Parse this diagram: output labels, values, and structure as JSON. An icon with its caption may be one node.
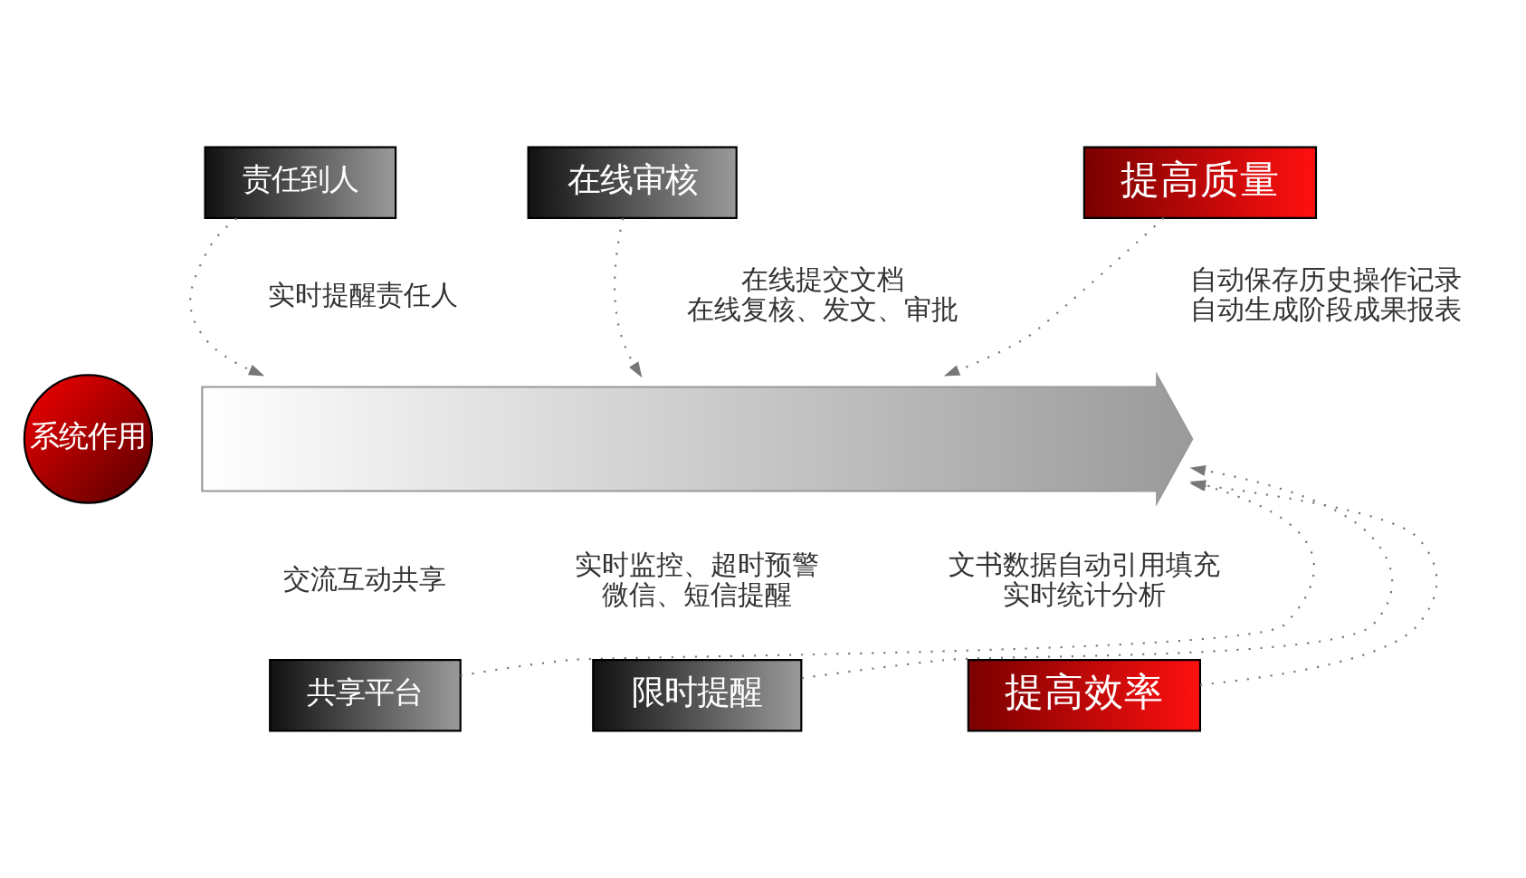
{
  "diagram": {
    "nodes": [
      {
        "text": [
          "系统作用"
        ]
      },
      {
        "text": [],
        "shape": "arrow"
      },
      {
        "text": [
          "责任到人"
        ],
        "beside": [
          "实时提醒责任人"
        ]
      },
      {
        "text": [
          "在线审核"
        ],
        "beside": [
          "在线提交文档",
          "在线复核、发文、审批"
        ]
      },
      {
        "text": [
          "提高质量"
        ],
        "beside": [
          "自动保存历史操作记录",
          "自动生成阶段成果报表"
        ]
      },
      {
        "text": [
          "共享平台"
        ],
        "beside": [
          "交流互动共享"
        ]
      },
      {
        "text": [
          "限时提醒"
        ],
        "beside": [
          "实时监控、超时预警",
          "微信、短信提醒"
        ]
      },
      {
        "text": [
          "提高效率"
        ],
        "beside": [
          "文书数据自动引用填充",
          "实时统计分析"
        ]
      }
    ],
    "edges": [
      {
        "from": 2,
        "to": 1,
        "arrow": "to",
        "style": "dashed"
      },
      {
        "from": 3,
        "to": 1,
        "arrow": "to",
        "style": "dashed"
      },
      {
        "from": 4,
        "to": 1,
        "arrow": "to",
        "style": "dashed"
      },
      {
        "from": 5,
        "to": 1,
        "arrow": "to",
        "style": "dashed"
      },
      {
        "from": 6,
        "to": 1,
        "arrow": "to",
        "style": "dashed"
      },
      {
        "from": 7,
        "to": 1,
        "arrow": "to",
        "style": "dashed"
      }
    ]
  }
}
